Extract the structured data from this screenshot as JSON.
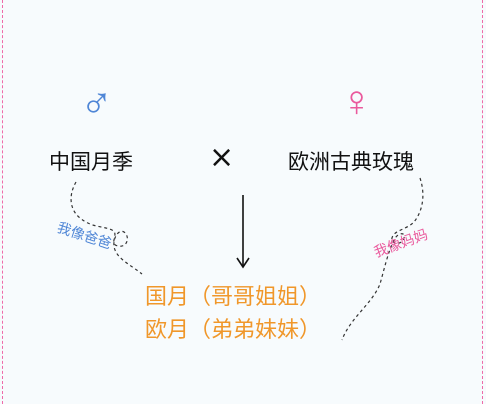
{
  "symbols": {
    "male": "♂",
    "female": "♀",
    "cross": "×"
  },
  "parents": {
    "left_name": "中国月季",
    "right_name": "欧洲古典玫瑰"
  },
  "annotations": {
    "left_tag": "我像爸爸",
    "right_tag": "我像妈妈"
  },
  "offspring": {
    "line1": "国月（哥哥姐姐）",
    "line2": "欧月（弟弟妹妹）"
  },
  "colors": {
    "male_blue": "#4f86d6",
    "female_pink": "#ea5a9d",
    "result_orange": "#f0972a",
    "text_black": "#111111",
    "border_pink": "#f06aa8",
    "background": "#f7fbfd"
  }
}
